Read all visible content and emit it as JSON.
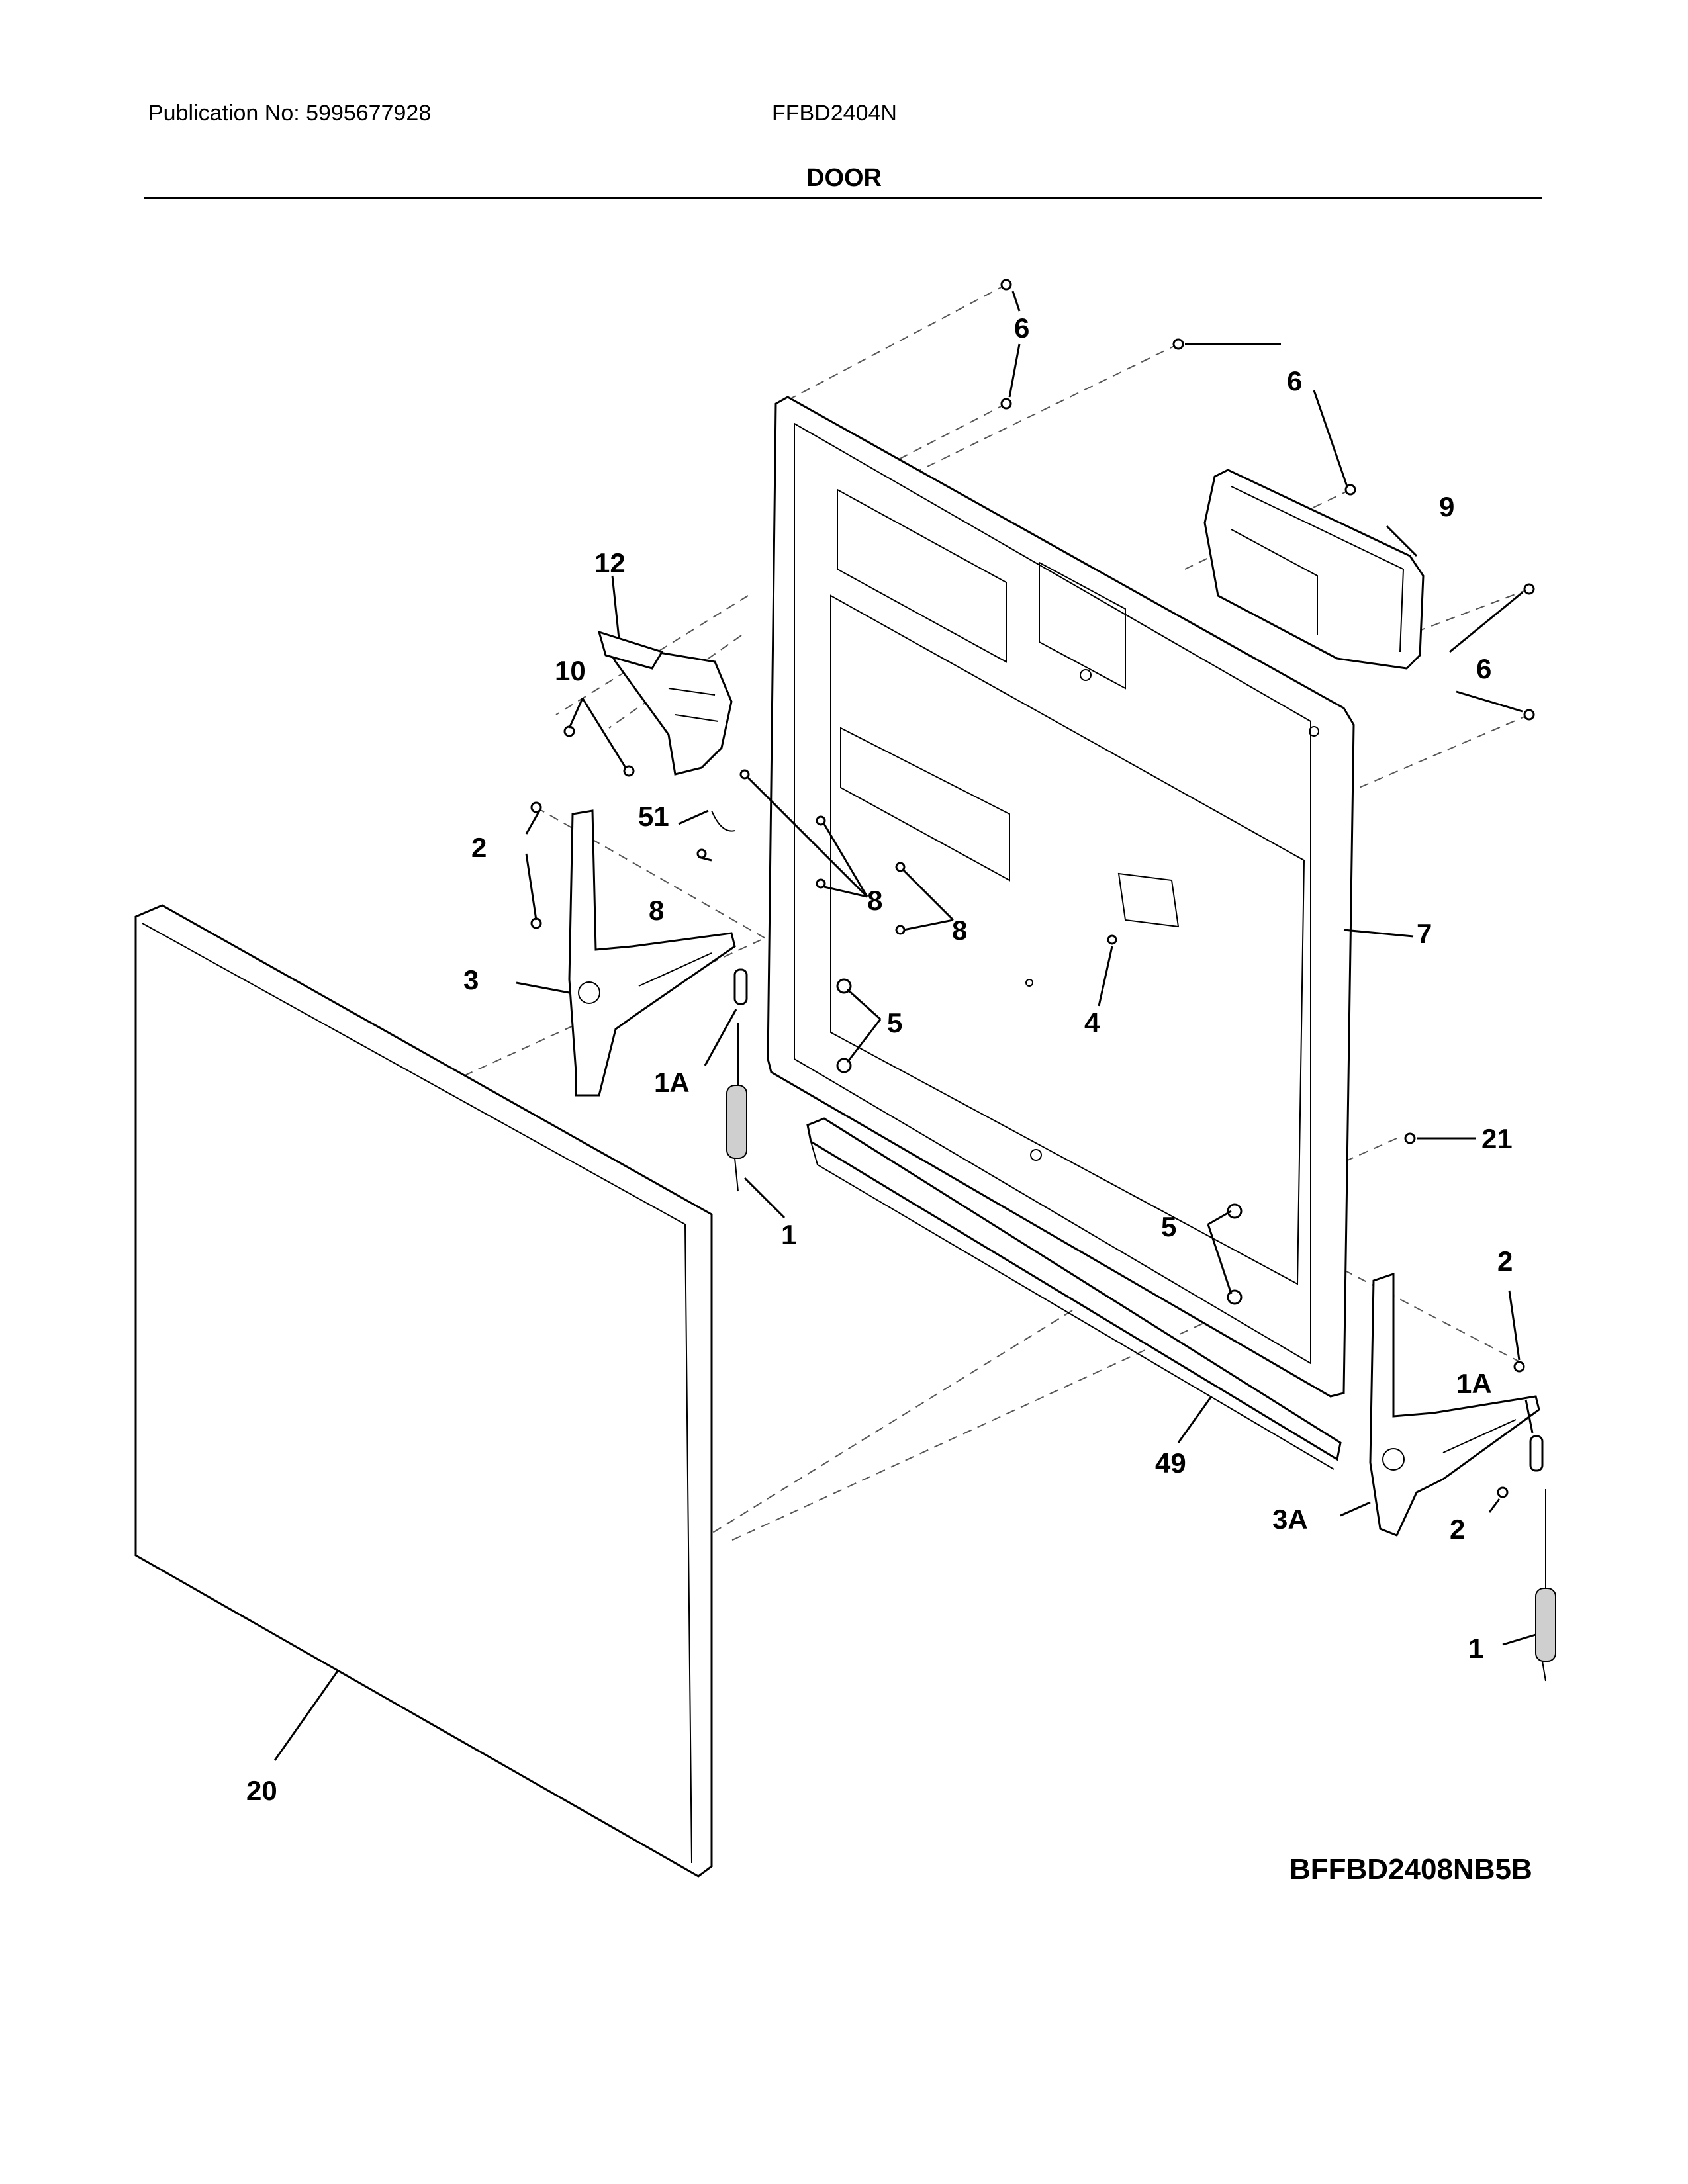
{
  "header": {
    "publication": "Publication No: 5995677928",
    "model": "FFBD2404N",
    "section_title": "DOOR"
  },
  "diagram_code": "BFFBD2408NB5B",
  "callouts": {
    "c6a": "6",
    "c6b": "6",
    "c6c": "6",
    "c9": "9",
    "c12": "12",
    "c10": "10",
    "c51": "51",
    "c2a": "2",
    "c8a": "8",
    "c8b": "8",
    "c8c": "8",
    "c3": "3",
    "c1Aa": "1A",
    "c5a": "5",
    "c4": "4",
    "c7": "7",
    "c1a": "1",
    "c21": "21",
    "c5b": "5",
    "c2b": "2",
    "c1Ab": "1A",
    "c49": "49",
    "c3A": "3A",
    "c2c": "2",
    "c1b": "1",
    "c20": "20"
  }
}
